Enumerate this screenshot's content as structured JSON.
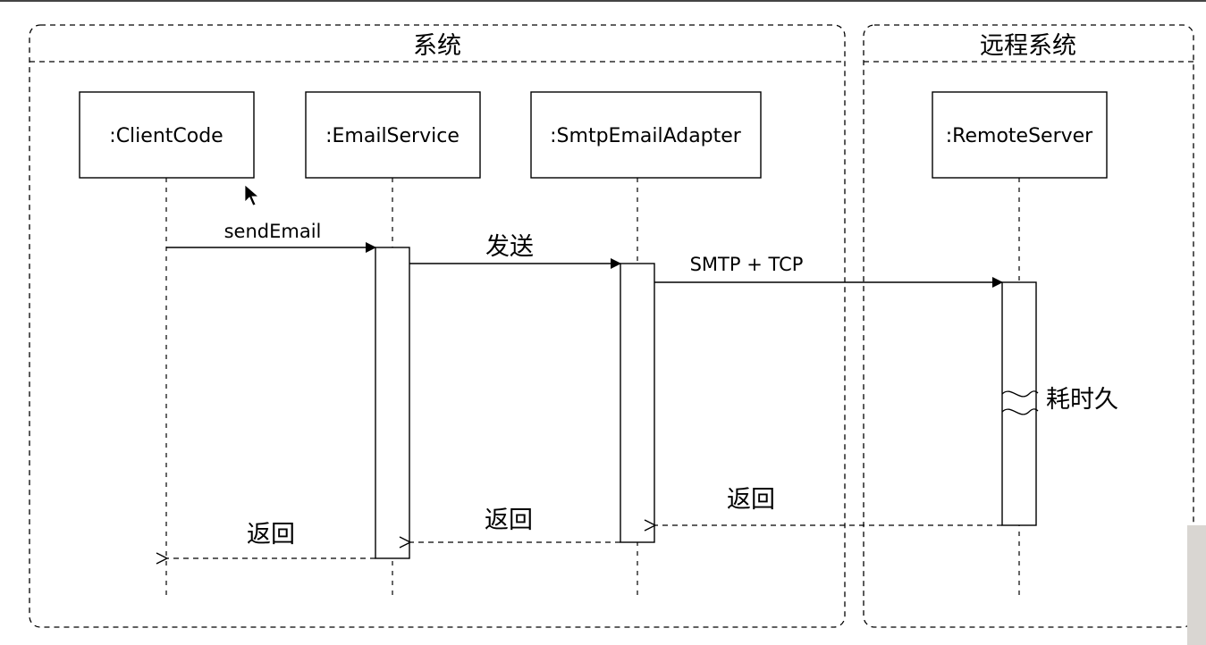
{
  "frames": {
    "left_title": "系统",
    "right_title": "远程系统"
  },
  "lifelines": [
    {
      "id": "client",
      "label": ":ClientCode"
    },
    {
      "id": "email",
      "label": ":EmailService"
    },
    {
      "id": "adapter",
      "label": ":SmtpEmailAdapter"
    },
    {
      "id": "remote",
      "label": ":RemoteServer"
    }
  ],
  "messages": {
    "send_email": "sendEmail",
    "send": "发送",
    "smtp_tcp": "SMTP + TCP",
    "return_remote": "返回",
    "return_adapter": "返回",
    "return_email": "返回"
  },
  "notes": {
    "long_time": "耗时久"
  },
  "colors": {
    "stroke": "#000000",
    "background": "#ffffff"
  }
}
